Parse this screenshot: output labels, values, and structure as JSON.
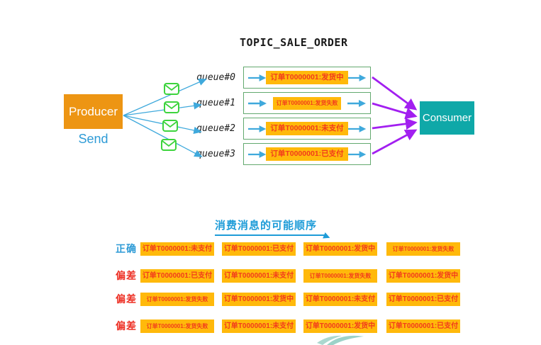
{
  "colors": {
    "producer_orange": "#ED9513",
    "consumer_teal": "#0FA8A8",
    "message_box_amber": "#FFB90B",
    "message_text_red": "#F23B1C",
    "queue_border_green": "#63A96F",
    "envelope_green": "#3DD43D",
    "link_blue": "#3FA9DC",
    "link_purple": "#A21FF0",
    "correct_label_blue": "#2E9BD6",
    "deviation_label_red": "#ED2F24"
  },
  "diagram": {
    "topic_title": "TOPIC_SALE_ORDER",
    "producer_label": "Producer",
    "send_label": "Send",
    "consumer_label": "Consumer",
    "queues": [
      {
        "label": "queue#0",
        "message": "订单T0000001:发货中"
      },
      {
        "label": "queue#1",
        "message": "订单T0000001:发货失败"
      },
      {
        "label": "queue#2",
        "message": "订单T0000001:未支付"
      },
      {
        "label": "queue#3",
        "message": "订单T0000001:已支付"
      }
    ]
  },
  "consumption": {
    "title": "消费消息的可能顺序",
    "rows": [
      {
        "label": "正确",
        "type": "correct",
        "messages": [
          "订单T0000001:未支付",
          "订单T0000001:已支付",
          "订单T0000001:发货中",
          "订单T0000001:发货失败"
        ]
      },
      {
        "label": "偏差",
        "type": "deviation",
        "messages": [
          "订单T0000001:已支付",
          "订单T0000001:未支付",
          "订单T0000001:发货失败",
          "订单T0000001:发货中"
        ]
      },
      {
        "label": "偏差",
        "type": "deviation",
        "messages": [
          "订单T0000001:发货失败",
          "订单T0000001:发货中",
          "订单T0000001:未支付",
          "订单T0000001:已支付"
        ]
      },
      {
        "label": "偏差",
        "type": "deviation",
        "messages": [
          "订单T0000001:发货失败",
          "订单T0000001:未支付",
          "订单T0000001:发货中",
          "订单T0000001:已支付"
        ]
      }
    ]
  }
}
